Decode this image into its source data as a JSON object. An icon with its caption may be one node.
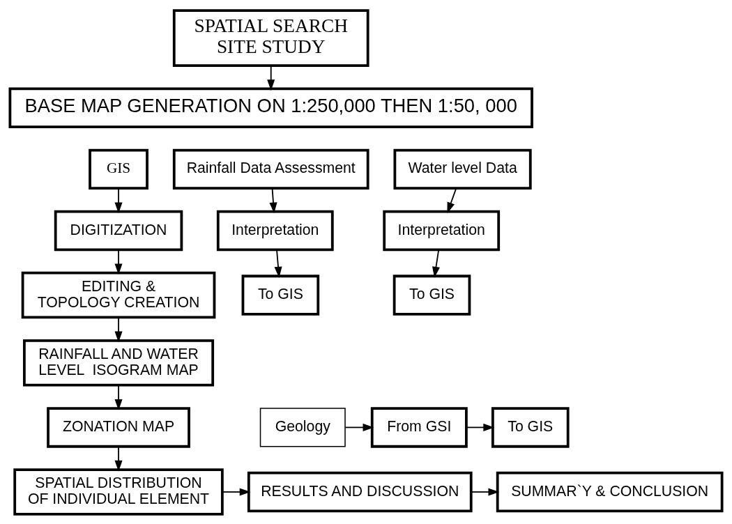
{
  "diagram": {
    "nodes": [
      {
        "text": [
          "SPATIAL SEARCH SITE STUDY"
        ]
      },
      {
        "text": [
          "BASE MAP GENERATION ON 1:250,000 THEN 1:50, 000"
        ]
      },
      {
        "text": [
          "Rainfall Data Assessment"
        ]
      },
      {
        "text": [
          "Water level Data"
        ]
      },
      {
        "text": [
          "GIS"
        ]
      },
      {
        "text": [
          "Interpretation"
        ]
      },
      {
        "text": [
          "Interpretation"
        ]
      },
      {
        "text": [
          "DIGITIZATION"
        ]
      },
      {
        "text": [
          "To GIS"
        ]
      },
      {
        "text": [
          "EDITING & TOPOLOGY CREATION"
        ]
      },
      {
        "text": [
          "To GIS"
        ]
      },
      {
        "text": [
          "RAINFALL AND WATER LEVEL  ISOGRAM MAP"
        ]
      },
      {
        "text": [
          "Geology"
        ]
      },
      {
        "text": [
          "From GSI"
        ]
      },
      {
        "text": [
          "To GIS"
        ]
      },
      {
        "text": [
          "ZONATION MAP"
        ]
      },
      {
        "text": [
          "SUMMAR`Y & CONCLUSION"
        ]
      },
      {
        "text": [
          "RESULTS AND DISCUSSION"
        ]
      },
      {
        "text": [
          "SPATIAL DISTRIBUTION OF INDIVIDUAL ELEMENT"
        ]
      }
    ],
    "edges": [
      {
        "from": 0,
        "to": 1,
        "arrow": "to"
      },
      {
        "from": 2,
        "to": 5,
        "arrow": "to"
      },
      {
        "from": 5,
        "to": 10,
        "arrow": "to"
      },
      {
        "from": 3,
        "to": 6,
        "arrow": "to"
      },
      {
        "from": 6,
        "to": 8,
        "arrow": "to"
      },
      {
        "from": 4,
        "to": 7,
        "arrow": "to"
      },
      {
        "from": 7,
        "to": 9,
        "arrow": "to"
      },
      {
        "from": 9,
        "to": 11,
        "arrow": "to"
      },
      {
        "from": 11,
        "to": 15,
        "arrow": "to"
      },
      {
        "from": 12,
        "to": 13,
        "arrow": "to"
      },
      {
        "from": 13,
        "to": 14,
        "arrow": "to"
      },
      {
        "from": 15,
        "to": 18,
        "arrow": "to"
      },
      {
        "from": 18,
        "to": 17,
        "arrow": "to"
      },
      {
        "from": 17,
        "to": 16,
        "arrow": "to"
      }
    ]
  }
}
